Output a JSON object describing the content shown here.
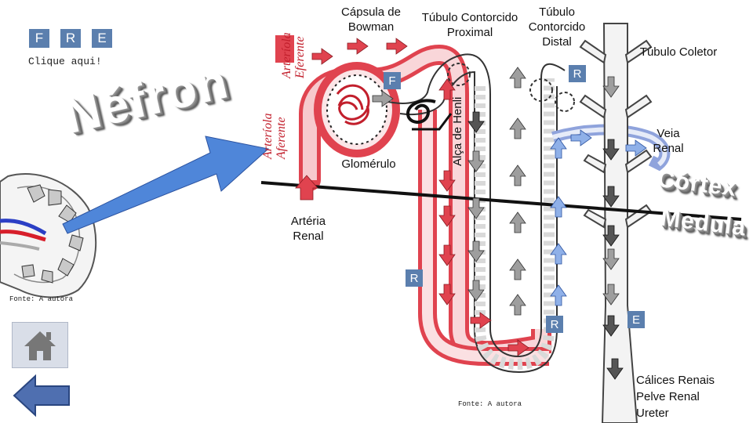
{
  "nav": {
    "tabs": [
      {
        "label": "F"
      },
      {
        "label": "R"
      },
      {
        "label": "E"
      }
    ],
    "click_hint": "Clique aqui!"
  },
  "title": "Néfron",
  "labels": {
    "capsula_bowman": "Cápsula de\nBowman",
    "tubulo_proximal": "Túbulo Contorcido\nProximal",
    "tubulo_distal": "Túbulo\nContorcido\nDistal",
    "tubulo_coletor": "Túbulo Coletor",
    "arteriola_eferente": "Arteríola\nEferente",
    "arteriola_aferente": "Arteríola\nAferente",
    "alca_henle": "Alça de Henli",
    "glomerulo": "Glomérulo",
    "veia_renal": "Veia\nRenal",
    "arteria_renal": "Artéria\nRenal",
    "calices": "Cálices Renais\nPelve Renal\nUreter",
    "cortex": "Córtex",
    "medula": "Medula"
  },
  "badges": {
    "f_glomerulo": "F",
    "r_distal": "R",
    "r_loop": "R",
    "r_collector": "R",
    "e_collector": "E"
  },
  "sources": {
    "left": "Fonte: A autora",
    "bottom": "Fonte: A autora"
  },
  "colors": {
    "accent": "#5b7fae",
    "artery": "#e0434f",
    "tubule": "#b8b8b8",
    "vein": "#8fa3dc",
    "back_arrow": "#4f6fb0"
  }
}
